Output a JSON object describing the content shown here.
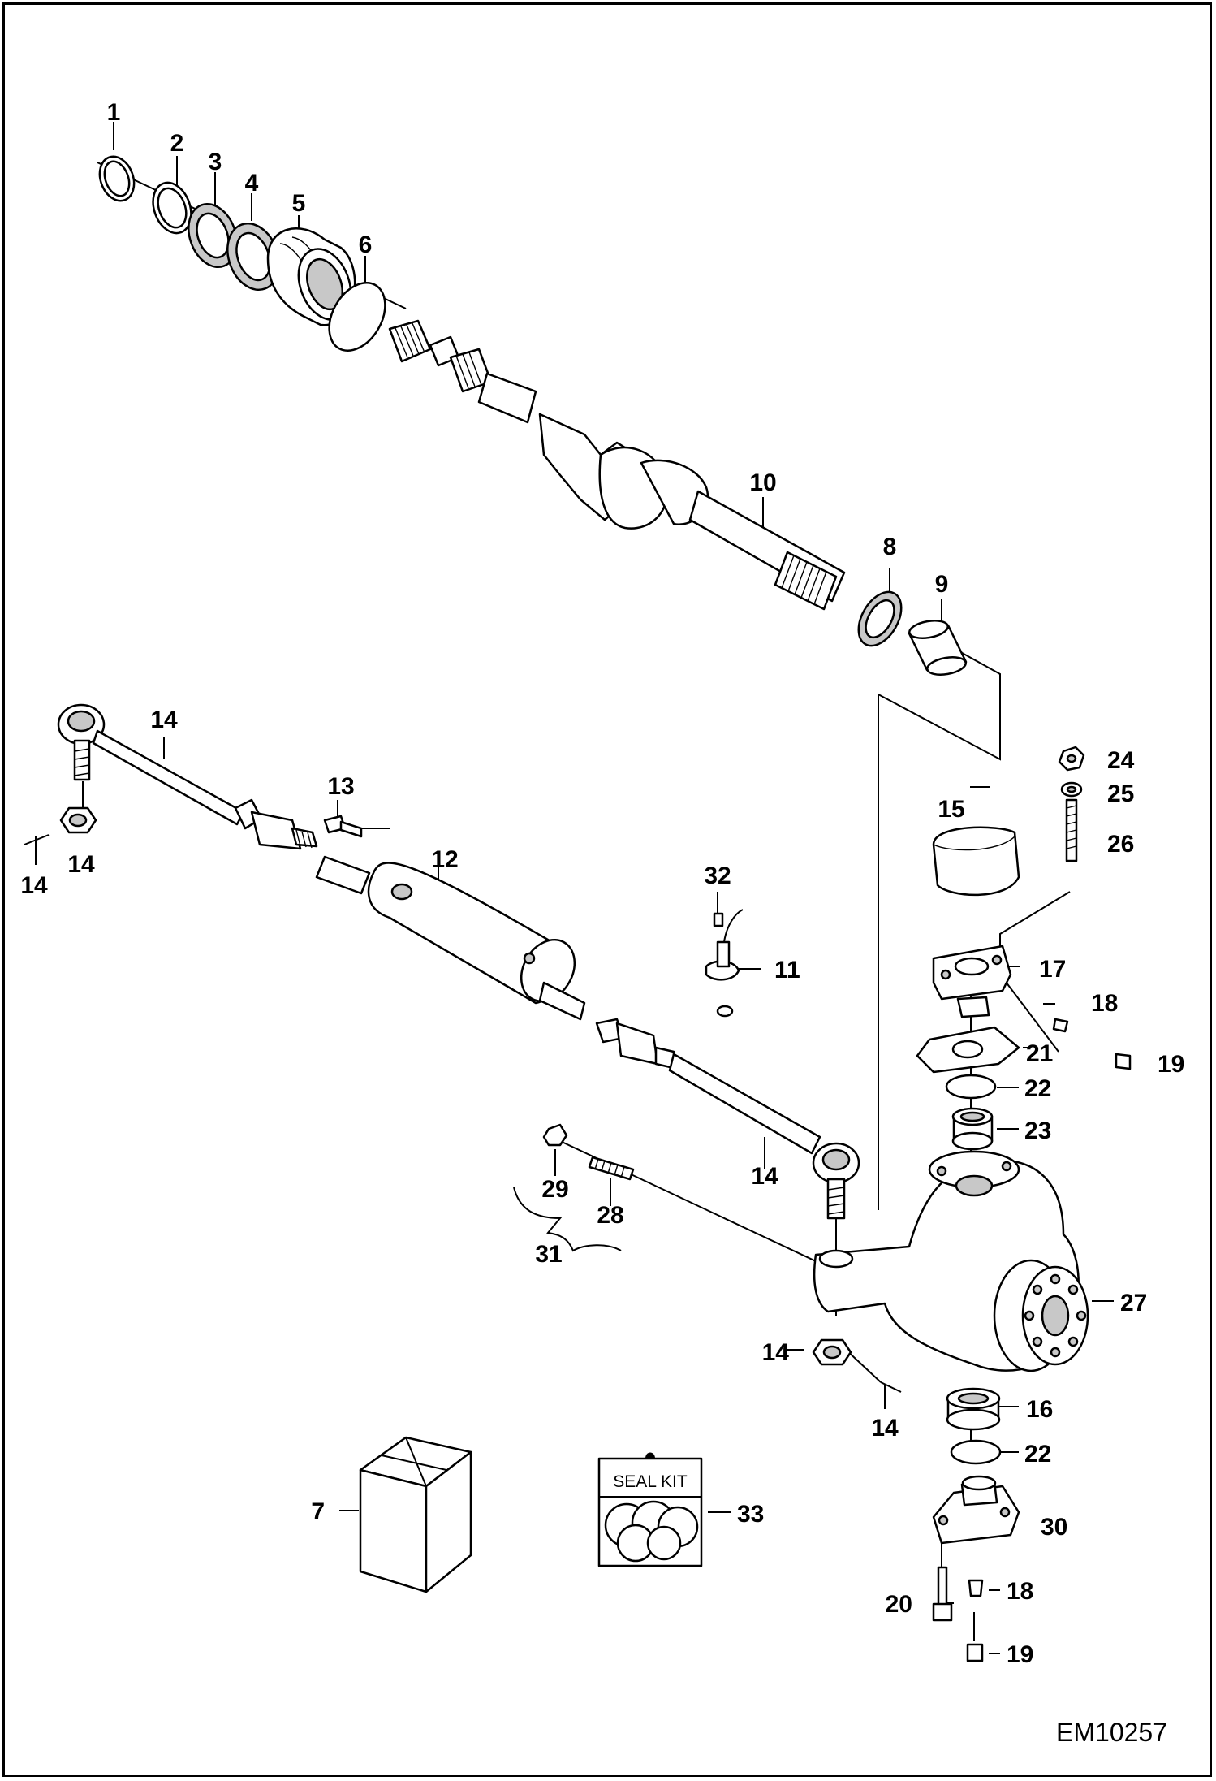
{
  "diagram": {
    "drawing_code": "EM10257",
    "seal_kit_label": "SEAL KIT",
    "callouts": [
      {
        "id": "c1",
        "text": "1"
      },
      {
        "id": "c2",
        "text": "2"
      },
      {
        "id": "c3",
        "text": "3"
      },
      {
        "id": "c4",
        "text": "4"
      },
      {
        "id": "c5",
        "text": "5"
      },
      {
        "id": "c6",
        "text": "6"
      },
      {
        "id": "c7",
        "text": "7"
      },
      {
        "id": "c8",
        "text": "8"
      },
      {
        "id": "c9",
        "text": "9"
      },
      {
        "id": "c10",
        "text": "10"
      },
      {
        "id": "c11",
        "text": "11"
      },
      {
        "id": "c12",
        "text": "12"
      },
      {
        "id": "c13",
        "text": "13"
      },
      {
        "id": "c14a",
        "text": "14"
      },
      {
        "id": "c14b",
        "text": "14"
      },
      {
        "id": "c14c",
        "text": "14"
      },
      {
        "id": "c14d",
        "text": "14"
      },
      {
        "id": "c14e",
        "text": "14"
      },
      {
        "id": "c14f",
        "text": "14"
      },
      {
        "id": "c15",
        "text": "15"
      },
      {
        "id": "c16",
        "text": "16"
      },
      {
        "id": "c17",
        "text": "17"
      },
      {
        "id": "c18a",
        "text": "18"
      },
      {
        "id": "c18b",
        "text": "18"
      },
      {
        "id": "c19a",
        "text": "19"
      },
      {
        "id": "c19b",
        "text": "19"
      },
      {
        "id": "c20",
        "text": "20"
      },
      {
        "id": "c21",
        "text": "21"
      },
      {
        "id": "c22a",
        "text": "22"
      },
      {
        "id": "c22b",
        "text": "22"
      },
      {
        "id": "c23",
        "text": "23"
      },
      {
        "id": "c24",
        "text": "24"
      },
      {
        "id": "c25",
        "text": "25"
      },
      {
        "id": "c26",
        "text": "26"
      },
      {
        "id": "c27",
        "text": "27"
      },
      {
        "id": "c28",
        "text": "28"
      },
      {
        "id": "c29",
        "text": "29"
      },
      {
        "id": "c30",
        "text": "30"
      },
      {
        "id": "c31",
        "text": "31"
      },
      {
        "id": "c32",
        "text": "32"
      },
      {
        "id": "c33",
        "text": "33"
      }
    ]
  }
}
